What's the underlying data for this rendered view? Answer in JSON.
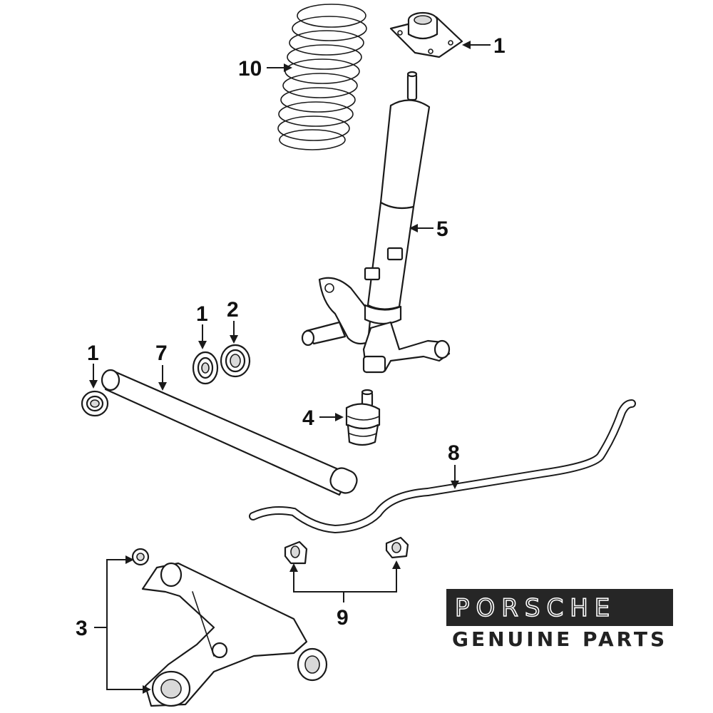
{
  "callouts": {
    "c1_top": "1",
    "c10": "10",
    "c5": "5",
    "c1_mid": "1",
    "c2": "2",
    "c1_left": "1",
    "c7": "7",
    "c4": "4",
    "c8": "8",
    "c9": "9",
    "c3": "3"
  },
  "brand": {
    "logo_word": "PORSCHE",
    "tagline": "GENUINE PARTS"
  }
}
